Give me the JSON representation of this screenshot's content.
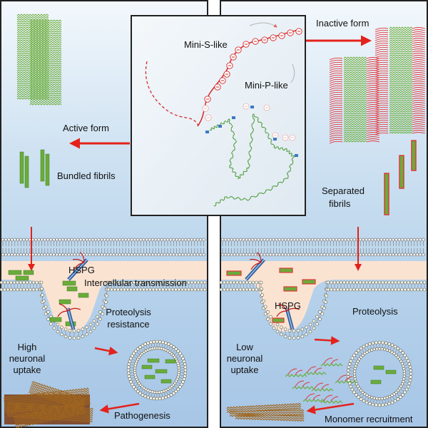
{
  "center": {
    "mini_s_label": "Mini-S-like",
    "mini_p_label": "Mini-P-like"
  },
  "left": {
    "active_form": "Active form",
    "bundled_fibrils": "Bundled fibrils",
    "hspg": "HSPG",
    "intercellular_transmission": "Intercellular transmission",
    "proteolysis_resistance_line1": "Proteolysis",
    "proteolysis_resistance_line2": "resistance",
    "uptake_line1": "High",
    "uptake_line2": "neuronal",
    "uptake_line3": "uptake",
    "pathogenesis": "Pathogenesis"
  },
  "right": {
    "inactive_form": "Inactive form",
    "separated_fibrils_line1": "Separated",
    "separated_fibrils_line2": "fibrils",
    "hspg": "HSPG",
    "proteolysis": "Proteolysis",
    "uptake_line1": "Low",
    "uptake_line2": "neuronal",
    "uptake_line3": "uptake",
    "monomer_recruitment": "Monomer recruitment"
  },
  "colors": {
    "arrow": "#e3221b",
    "fibril": "#6aac3a",
    "fibril_edge_red": "#e0383b",
    "panel_top": "#eef5fb",
    "panel_mid": "#b7d5ed",
    "cytoplasm": "#fbe3d2",
    "aggregate": "#a0661e",
    "hspg_blue": "#2f5f9e"
  }
}
